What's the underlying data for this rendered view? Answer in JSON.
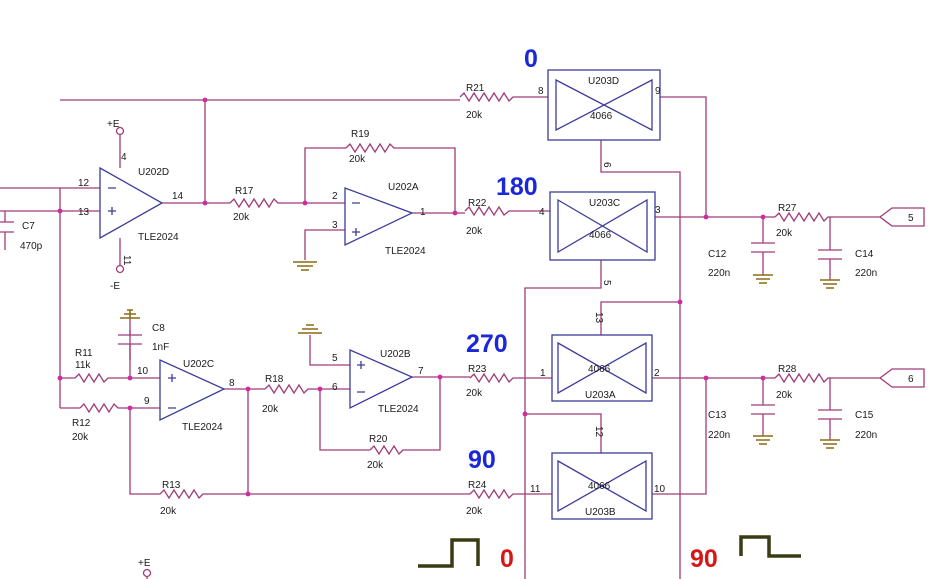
{
  "phase_labels": {
    "p0": "0",
    "p180": "180",
    "p270": "270",
    "p90": "90",
    "color": "#1a28d8"
  },
  "bottom_labels": {
    "left": "0",
    "right": "90",
    "color": "#d41818"
  },
  "wire_color": "#a03c7a",
  "part_color": "#3c3c9c",
  "opamps": {
    "u202d": {
      "ref": "U202D",
      "value": "TLE2024",
      "pin_in_plus": "12",
      "pin_in_minus": "13",
      "pin_out": "14",
      "pin_vp": "4",
      "pin_vn": "11"
    },
    "u202a": {
      "ref": "U202A",
      "value": "TLE2024",
      "pin_in_minus": "2",
      "pin_in_plus": "3",
      "pin_out": "1"
    },
    "u202c": {
      "ref": "U202C",
      "value": "TLE2024",
      "pin_in_plus": "10",
      "pin_in_minus": "9",
      "pin_out": "8"
    },
    "u202b": {
      "ref": "U202B",
      "value": "TLE2024",
      "pin_in_plus": "5",
      "pin_in_minus": "6",
      "pin_out": "7"
    }
  },
  "switches": {
    "u203d": {
      "ref": "U203D",
      "value": "4066",
      "pin_in": "8",
      "pin_out": "9",
      "pin_ctrl": "6"
    },
    "u203c": {
      "ref": "U203C",
      "value": "4066",
      "pin_in": "4",
      "pin_out": "3",
      "pin_ctrl": "5"
    },
    "u203a": {
      "ref": "U203A",
      "value": "4066",
      "pin_in": "1",
      "pin_out": "2",
      "pin_ctrl": "13"
    },
    "u203b": {
      "ref": "U203B",
      "value": "4066",
      "pin_in": "11",
      "pin_out": "10",
      "pin_ctrl": "12"
    }
  },
  "resistors": {
    "r21": {
      "ref": "R21",
      "value": "20k"
    },
    "r22": {
      "ref": "R22",
      "value": "20k"
    },
    "r23": {
      "ref": "R23",
      "value": "20k"
    },
    "r24": {
      "ref": "R24",
      "value": "20k"
    },
    "r17": {
      "ref": "R17",
      "value": "20k"
    },
    "r19": {
      "ref": "R19",
      "value": "20k"
    },
    "r18": {
      "ref": "R18",
      "value": "20k"
    },
    "r20": {
      "ref": "R20",
      "value": "20k"
    },
    "r11": {
      "ref": "R11",
      "value": "11k"
    },
    "r12": {
      "ref": "R12",
      "value": "20k"
    },
    "r13": {
      "ref": "R13",
      "value": "20k"
    },
    "r27": {
      "ref": "R27",
      "value": "20k"
    },
    "r28": {
      "ref": "R28",
      "value": "20k"
    }
  },
  "capacitors": {
    "c7": {
      "ref": "C7",
      "value": "470p"
    },
    "c8": {
      "ref": "C8",
      "value": "1nF"
    },
    "c12": {
      "ref": "C12",
      "value": "220n"
    },
    "c14": {
      "ref": "C14",
      "value": "220n"
    },
    "c13": {
      "ref": "C13",
      "value": "220n"
    },
    "c15": {
      "ref": "C15",
      "value": "220n"
    }
  },
  "supplies": {
    "top_plus": "+E",
    "top_minus": "-E",
    "bottom_plus": "+E"
  },
  "ports": {
    "out_top": "5",
    "out_bottom": "6"
  }
}
